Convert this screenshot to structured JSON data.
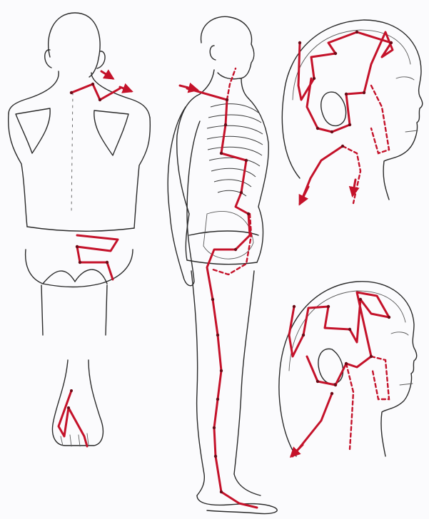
{
  "figure": {
    "colors": {
      "paper": "#fbfbfd",
      "outline": "#2a2a2a",
      "meridian": "#c4122a",
      "acupoint": "#6b0b17"
    },
    "panels": [
      "back-view-figure",
      "side-view-figure",
      "head-profile-upper",
      "head-profile-lower",
      "foot-top-view"
    ]
  }
}
